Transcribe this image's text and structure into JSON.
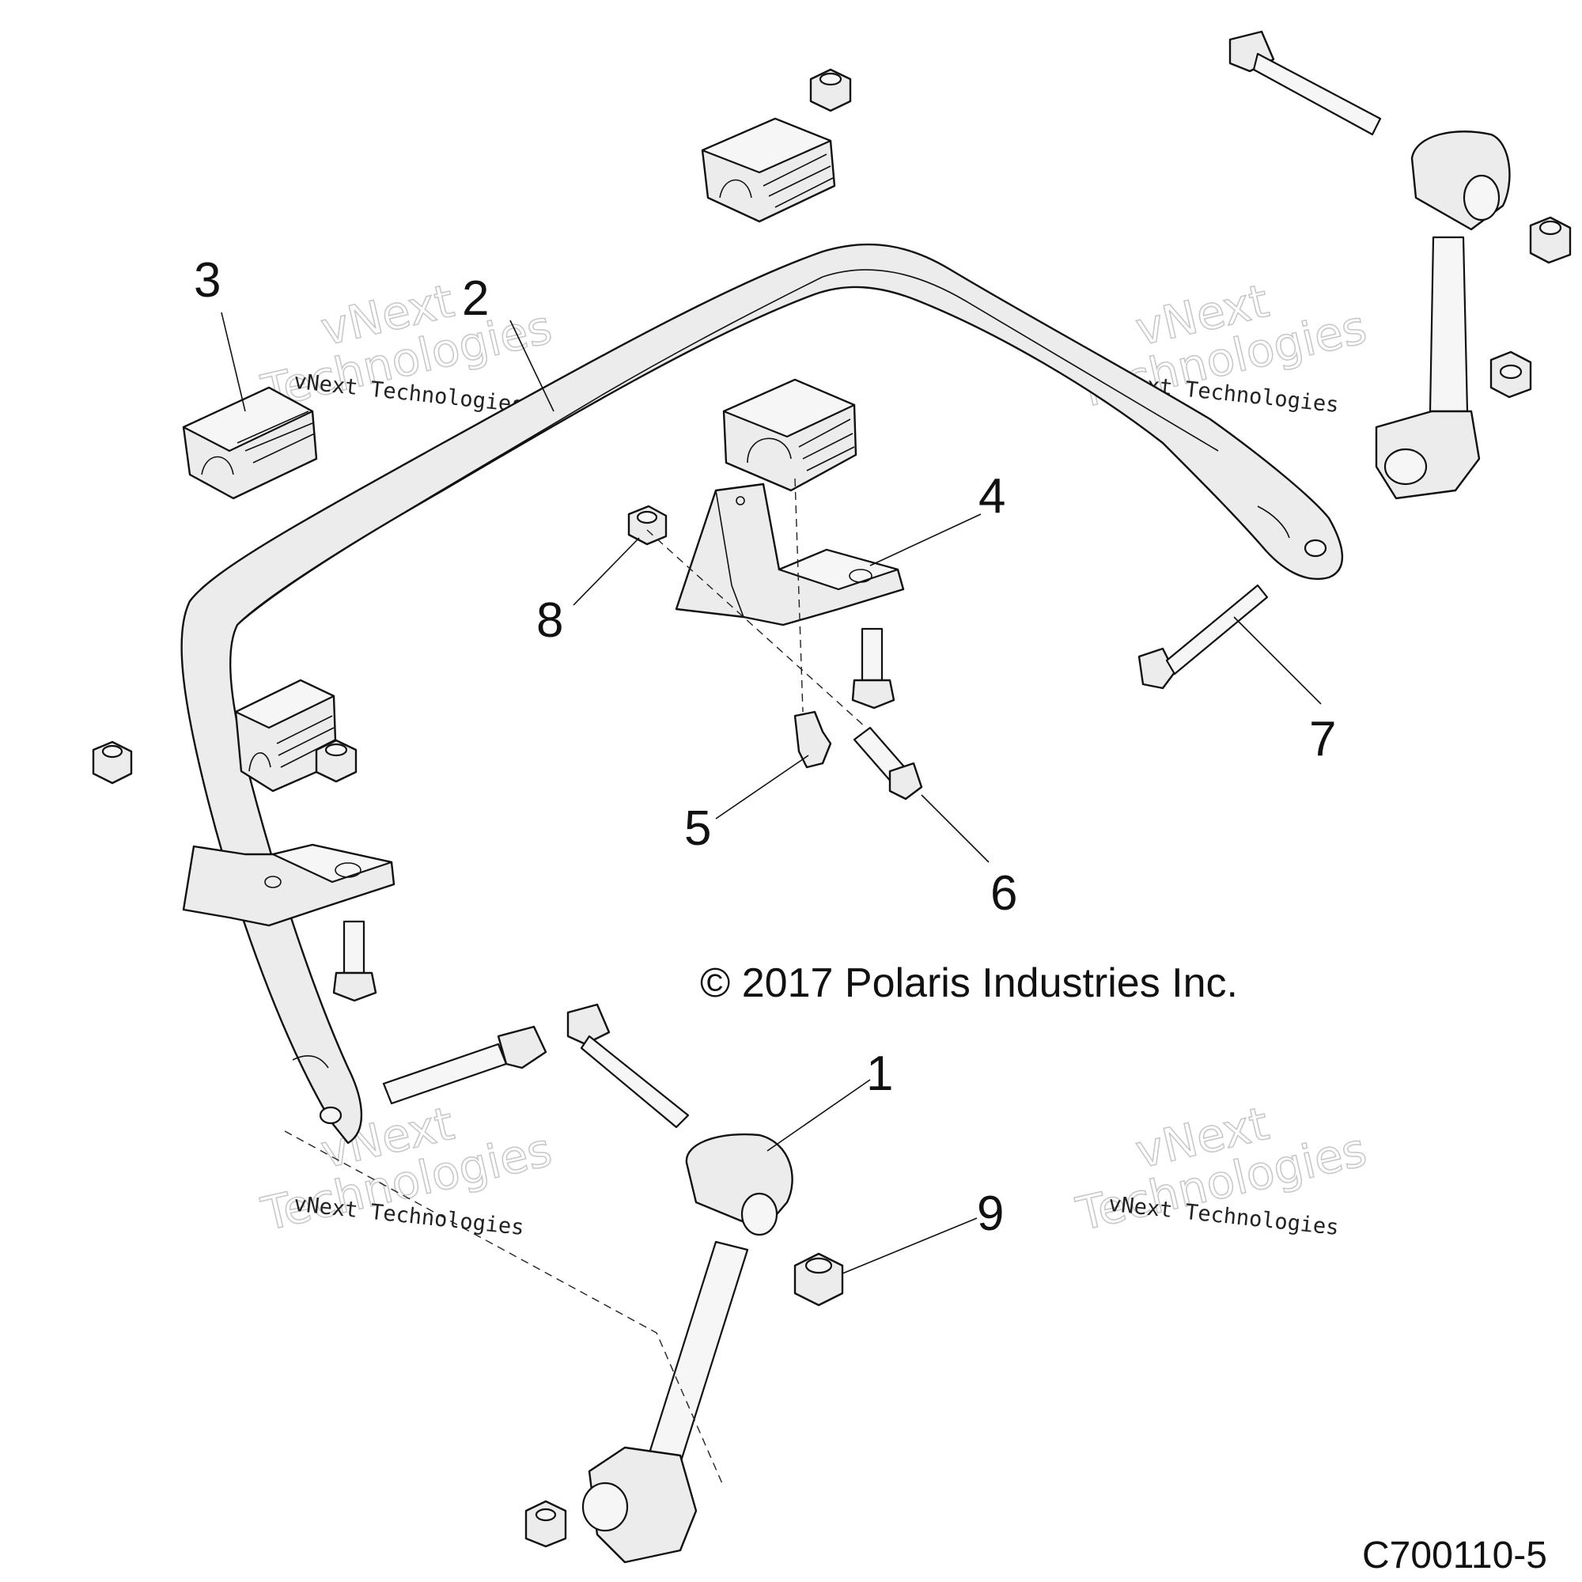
{
  "figure": {
    "copyright": "© 2017 Polaris Industries Inc.",
    "code": "C700110-5"
  },
  "watermark": {
    "line_small": "vNext Technologies",
    "line_big_1": "vNext",
    "line_big_2": "Technologies"
  },
  "callouts": [
    {
      "id": "1",
      "label": "1"
    },
    {
      "id": "2",
      "label": "2"
    },
    {
      "id": "3",
      "label": "3"
    },
    {
      "id": "4",
      "label": "4"
    },
    {
      "id": "5",
      "label": "5"
    },
    {
      "id": "6",
      "label": "6"
    },
    {
      "id": "7",
      "label": "7"
    },
    {
      "id": "8",
      "label": "8"
    },
    {
      "id": "9",
      "label": "9"
    }
  ]
}
